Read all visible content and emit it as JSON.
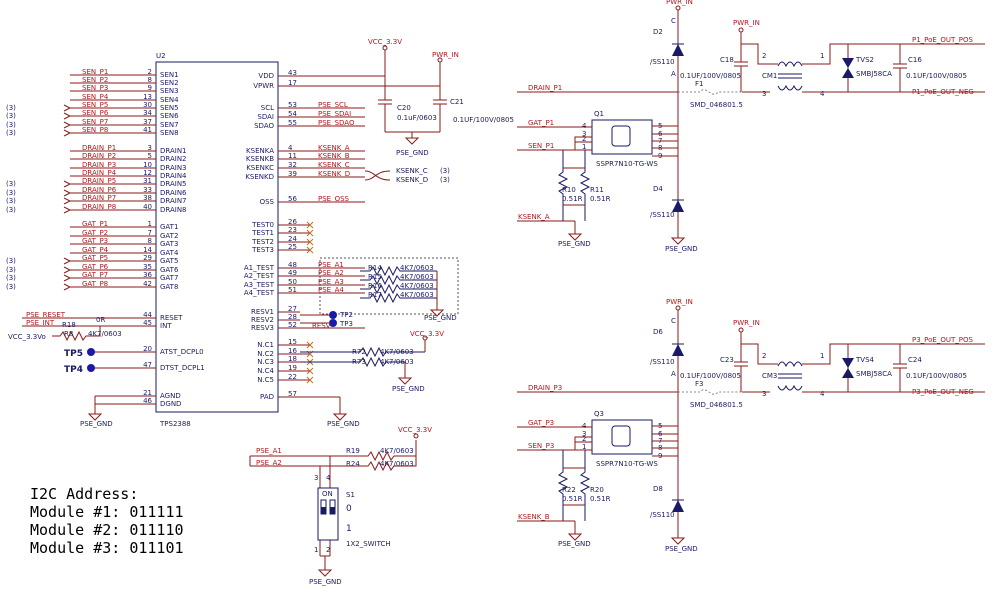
{
  "colors": {
    "net": "#b4161c",
    "component": "#1a1a66",
    "wire": "#8b1a1a"
  },
  "ic": {
    "refdes": "U2",
    "part": "TPS2388",
    "left_pins": [
      {
        "net": "SEN_P1",
        "num": "2",
        "name": "SEN1",
        "xref": ""
      },
      {
        "net": "SEN_P2",
        "num": "8",
        "name": "SEN2",
        "xref": ""
      },
      {
        "net": "SEN_P3",
        "num": "9",
        "name": "SEN3",
        "xref": ""
      },
      {
        "net": "SEN_P4",
        "num": "13",
        "name": "SEN4",
        "xref": ""
      },
      {
        "net": "SEN_P5",
        "num": "30",
        "name": "SEN5",
        "xref": "(3)"
      },
      {
        "net": "SEN_P6",
        "num": "34",
        "name": "SEN6",
        "xref": "(3)"
      },
      {
        "net": "SEN_P7",
        "num": "37",
        "name": "SEN7",
        "xref": "(3)"
      },
      {
        "net": "SEN_P8",
        "num": "41",
        "name": "SEN8",
        "xref": "(3)"
      },
      {
        "net": "DRAIN_P1",
        "num": "3",
        "name": "DRAIN1",
        "xref": ""
      },
      {
        "net": "DRAIN_P2",
        "num": "5",
        "name": "DRAIN2",
        "xref": ""
      },
      {
        "net": "DRAIN_P3",
        "num": "10",
        "name": "DRAIN3",
        "xref": ""
      },
      {
        "net": "DRAIN_P4",
        "num": "12",
        "name": "DRAIN4",
        "xref": ""
      },
      {
        "net": "DRAIN_P5",
        "num": "31",
        "name": "DRAIN5",
        "xref": "(3)"
      },
      {
        "net": "DRAIN_P6",
        "num": "33",
        "name": "DRAIN6",
        "xref": "(3)"
      },
      {
        "net": "DRAIN_P7",
        "num": "38",
        "name": "DRAIN7",
        "xref": "(3)"
      },
      {
        "net": "DRAIN_P8",
        "num": "40",
        "name": "DRAIN8",
        "xref": "(3)"
      },
      {
        "net": "GAT_P1",
        "num": "1",
        "name": "GAT1",
        "xref": ""
      },
      {
        "net": "GAT_P2",
        "num": "7",
        "name": "GAT2",
        "xref": ""
      },
      {
        "net": "GAT_P3",
        "num": "8",
        "name": "GAT3",
        "xref": ""
      },
      {
        "net": "GAT_P4",
        "num": "14",
        "name": "GAT4",
        "xref": ""
      },
      {
        "net": "GAT_P5",
        "num": "29",
        "name": "GAT5",
        "xref": "(3)"
      },
      {
        "net": "GAT_P6",
        "num": "35",
        "name": "GAT6",
        "xref": "(3)"
      },
      {
        "net": "GAT_P7",
        "num": "36",
        "name": "GAT7",
        "xref": "(3)"
      },
      {
        "net": "GAT_P8",
        "num": "42",
        "name": "GAT8",
        "xref": "(3)"
      }
    ],
    "right_pins": [
      {
        "net": "",
        "num": "43",
        "name": "VDD"
      },
      {
        "net": "",
        "num": "17",
        "name": "VPWR"
      },
      {
        "net": "PSE_SCL",
        "num": "53",
        "name": "SCL"
      },
      {
        "net": "PSE_SDAI",
        "num": "54",
        "name": "SDAI"
      },
      {
        "net": "PSE_SDAO",
        "num": "55",
        "name": "SDAO"
      },
      {
        "net": "KSENK_A",
        "num": "4",
        "name": "KSENKA"
      },
      {
        "net": "KSENK_B",
        "num": "11",
        "name": "KSENKB"
      },
      {
        "net": "KSENK_C",
        "num": "32",
        "name": "KSENKC"
      },
      {
        "net": "KSENK_D",
        "num": "39",
        "name": "KSENKD"
      },
      {
        "net": "PSE_OSS",
        "num": "56",
        "name": "OSS"
      },
      {
        "net": "",
        "num": "26",
        "name": "TEST0"
      },
      {
        "net": "",
        "num": "23",
        "name": "TEST1"
      },
      {
        "net": "",
        "num": "24",
        "name": "TEST2"
      },
      {
        "net": "",
        "num": "25",
        "name": "TEST3"
      },
      {
        "net": "PSE_A1",
        "num": "48",
        "name": "A1_TEST"
      },
      {
        "net": "PSE_A2",
        "num": "49",
        "name": "A2_TEST"
      },
      {
        "net": "PSE_A3",
        "num": "50",
        "name": "A3_TEST"
      },
      {
        "net": "PSE_A4",
        "num": "51",
        "name": "A4_TEST"
      },
      {
        "net": "",
        "num": "27",
        "name": "RESV1"
      },
      {
        "net": "",
        "num": "28",
        "name": "RESV2"
      },
      {
        "net": "RESV",
        "num": "52",
        "name": "RESV3"
      },
      {
        "net": "",
        "num": "15",
        "name": "N.C1"
      },
      {
        "net": "",
        "num": "16",
        "name": "N.C2"
      },
      {
        "net": "",
        "num": "18",
        "name": "N.C3"
      },
      {
        "net": "",
        "num": "19",
        "name": "N.C4"
      },
      {
        "net": "",
        "num": "22",
        "name": "N.C5"
      },
      {
        "net": "",
        "num": "57",
        "name": "PAD"
      }
    ],
    "lower_left_pins": [
      {
        "net": "PSE_RESET",
        "num": "44",
        "name": "RESET"
      },
      {
        "net": "PSE_INT",
        "num": "45",
        "name": "INT"
      },
      {
        "net": "",
        "num": "20",
        "name": "ATST_DCPL0"
      },
      {
        "net": "",
        "num": "47",
        "name": "DTST_DCPL1"
      },
      {
        "net": "",
        "num": "21",
        "name": "AGND"
      },
      {
        "net": "",
        "num": "46",
        "name": "DGND"
      }
    ]
  },
  "labels": {
    "vcc": "VCC_3.3V",
    "pwr": "PWR_IN",
    "gnd": "PSE_GND",
    "vcc_o": "VCC_3.3Vo",
    "c20": "C20",
    "c20v": "0.1uF/0603",
    "c21": "C21",
    "c21v": "0.1UF/100V/0805",
    "r18": "R18",
    "r18v": "0R",
    "r8": "R8",
    "r8v": "4K7/0603",
    "tp5": "TP5",
    "tp4": "TP4",
    "tp2": "TP2",
    "tp3": "TP3",
    "ksenk_c_x": "KSENK_C",
    "ksenk_d_x": "KSENK_D",
    "xref3": "(3)",
    "r14": "R14",
    "r15": "R15",
    "r16": "R16",
    "r17": "R17",
    "r4k7": "4K7/0603",
    "r72": "R72",
    "r73": "R73",
    "r19": "R19",
    "r24": "R24",
    "pse_a1": "PSE_A1",
    "pse_a2": "PSE_A2",
    "s1": "S1",
    "sw_on": "ON",
    "sw_0": "0",
    "sw_1": "1",
    "sw_part": "1X2_SWITCH",
    "sw_p3": "3",
    "sw_p4": "4",
    "sw_p1": "1",
    "sw_p2": "2"
  },
  "i2c": {
    "title": "I2C Address:",
    "lines": [
      "Module #1: 011111",
      "Module #2: 011110",
      "Module #3: 011101"
    ]
  },
  "channels": [
    {
      "d_top": "D2",
      "d_bot": "D4",
      "d_part": "/SS110",
      "c_in": "C18",
      "c_out": "C16",
      "c_val": "0.1UF/100V/0805",
      "cm": "CM1",
      "tvs": "TVS2",
      "tvs_part": "SMBJ58CA",
      "fuse": "F1",
      "fuse_part": "SMD_046801.5",
      "q": "Q1",
      "q_part": "SSPR7N10-TG-WS",
      "r_a": "R10",
      "r_b": "R11",
      "r_val": "0.51R",
      "drain": "DRAIN_P1",
      "gat": "GAT_P1",
      "sen": "SEN_P1",
      "ksenk": "KSENK_A",
      "out_pos": "P1_PoE_OUT_POS",
      "out_neg": "P1_PoE_OUT_NEG",
      "p2": "2",
      "p1": "1",
      "p3": "3",
      "p4": "4",
      "pwr": "PWR_IN",
      "gnd": "PSE_GND"
    },
    {
      "d_top": "D6",
      "d_bot": "D8",
      "d_part": "/SS110",
      "c_in": "C23",
      "c_out": "C24",
      "c_val": "0.1UF/100V/0805",
      "cm": "CM3",
      "tvs": "TVS4",
      "tvs_part": "SMBJ58CA",
      "fuse": "F3",
      "fuse_part": "SMD_046801.5",
      "q": "Q3",
      "q_part": "SSPR7N10-TG-WS",
      "r_a": "R22",
      "r_b": "R20",
      "r_val": "0.51R",
      "drain": "DRAIN_P3",
      "gat": "GAT_P3",
      "sen": "SEN_P3",
      "ksenk": "KSENK_B",
      "out_pos": "P3_PoE_OUT_POS",
      "out_neg": "P3_PoE_OUT_NEG",
      "p2": "2",
      "p1": "1",
      "p3": "3",
      "p4": "4",
      "pwr": "PWR_IN",
      "gnd": "PSE_GND"
    }
  ]
}
